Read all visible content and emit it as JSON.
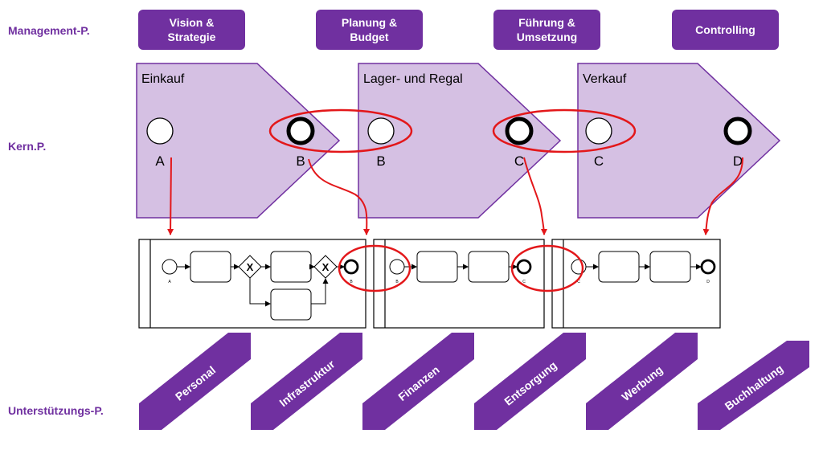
{
  "rows": {
    "management": "Management-P.",
    "core": "Kern.P.",
    "support": "Unterstützungs-P."
  },
  "management": [
    {
      "label": "Vision &\nStrategie"
    },
    {
      "label": "Planung &\nBudget"
    },
    {
      "label": "Führung &\nUmsetzung"
    },
    {
      "label": "Controlling"
    }
  ],
  "core": [
    {
      "title": "Einkauf",
      "start": "A",
      "end": "B"
    },
    {
      "title": "Lager- und Regal",
      "start": "B",
      "end": "C"
    },
    {
      "title": "Verkauf",
      "start": "C",
      "end": "D"
    }
  ],
  "bpmn": [
    {
      "start": "A",
      "end": "B",
      "gateway": "X"
    },
    {
      "start": "B",
      "end": "C"
    },
    {
      "start": "C",
      "end": "D"
    }
  ],
  "support": [
    {
      "label": "Personal"
    },
    {
      "label": "Infrastruktur"
    },
    {
      "label": "Finanzen"
    },
    {
      "label": "Entsorgung"
    },
    {
      "label": "Werbung"
    },
    {
      "label": "Buchhaltung"
    }
  ],
  "colors": {
    "purple": "#7030a0",
    "chevron_fill": "#d5c0e3",
    "chevron_stroke": "#7030a0",
    "highlight": "#e3171a"
  }
}
